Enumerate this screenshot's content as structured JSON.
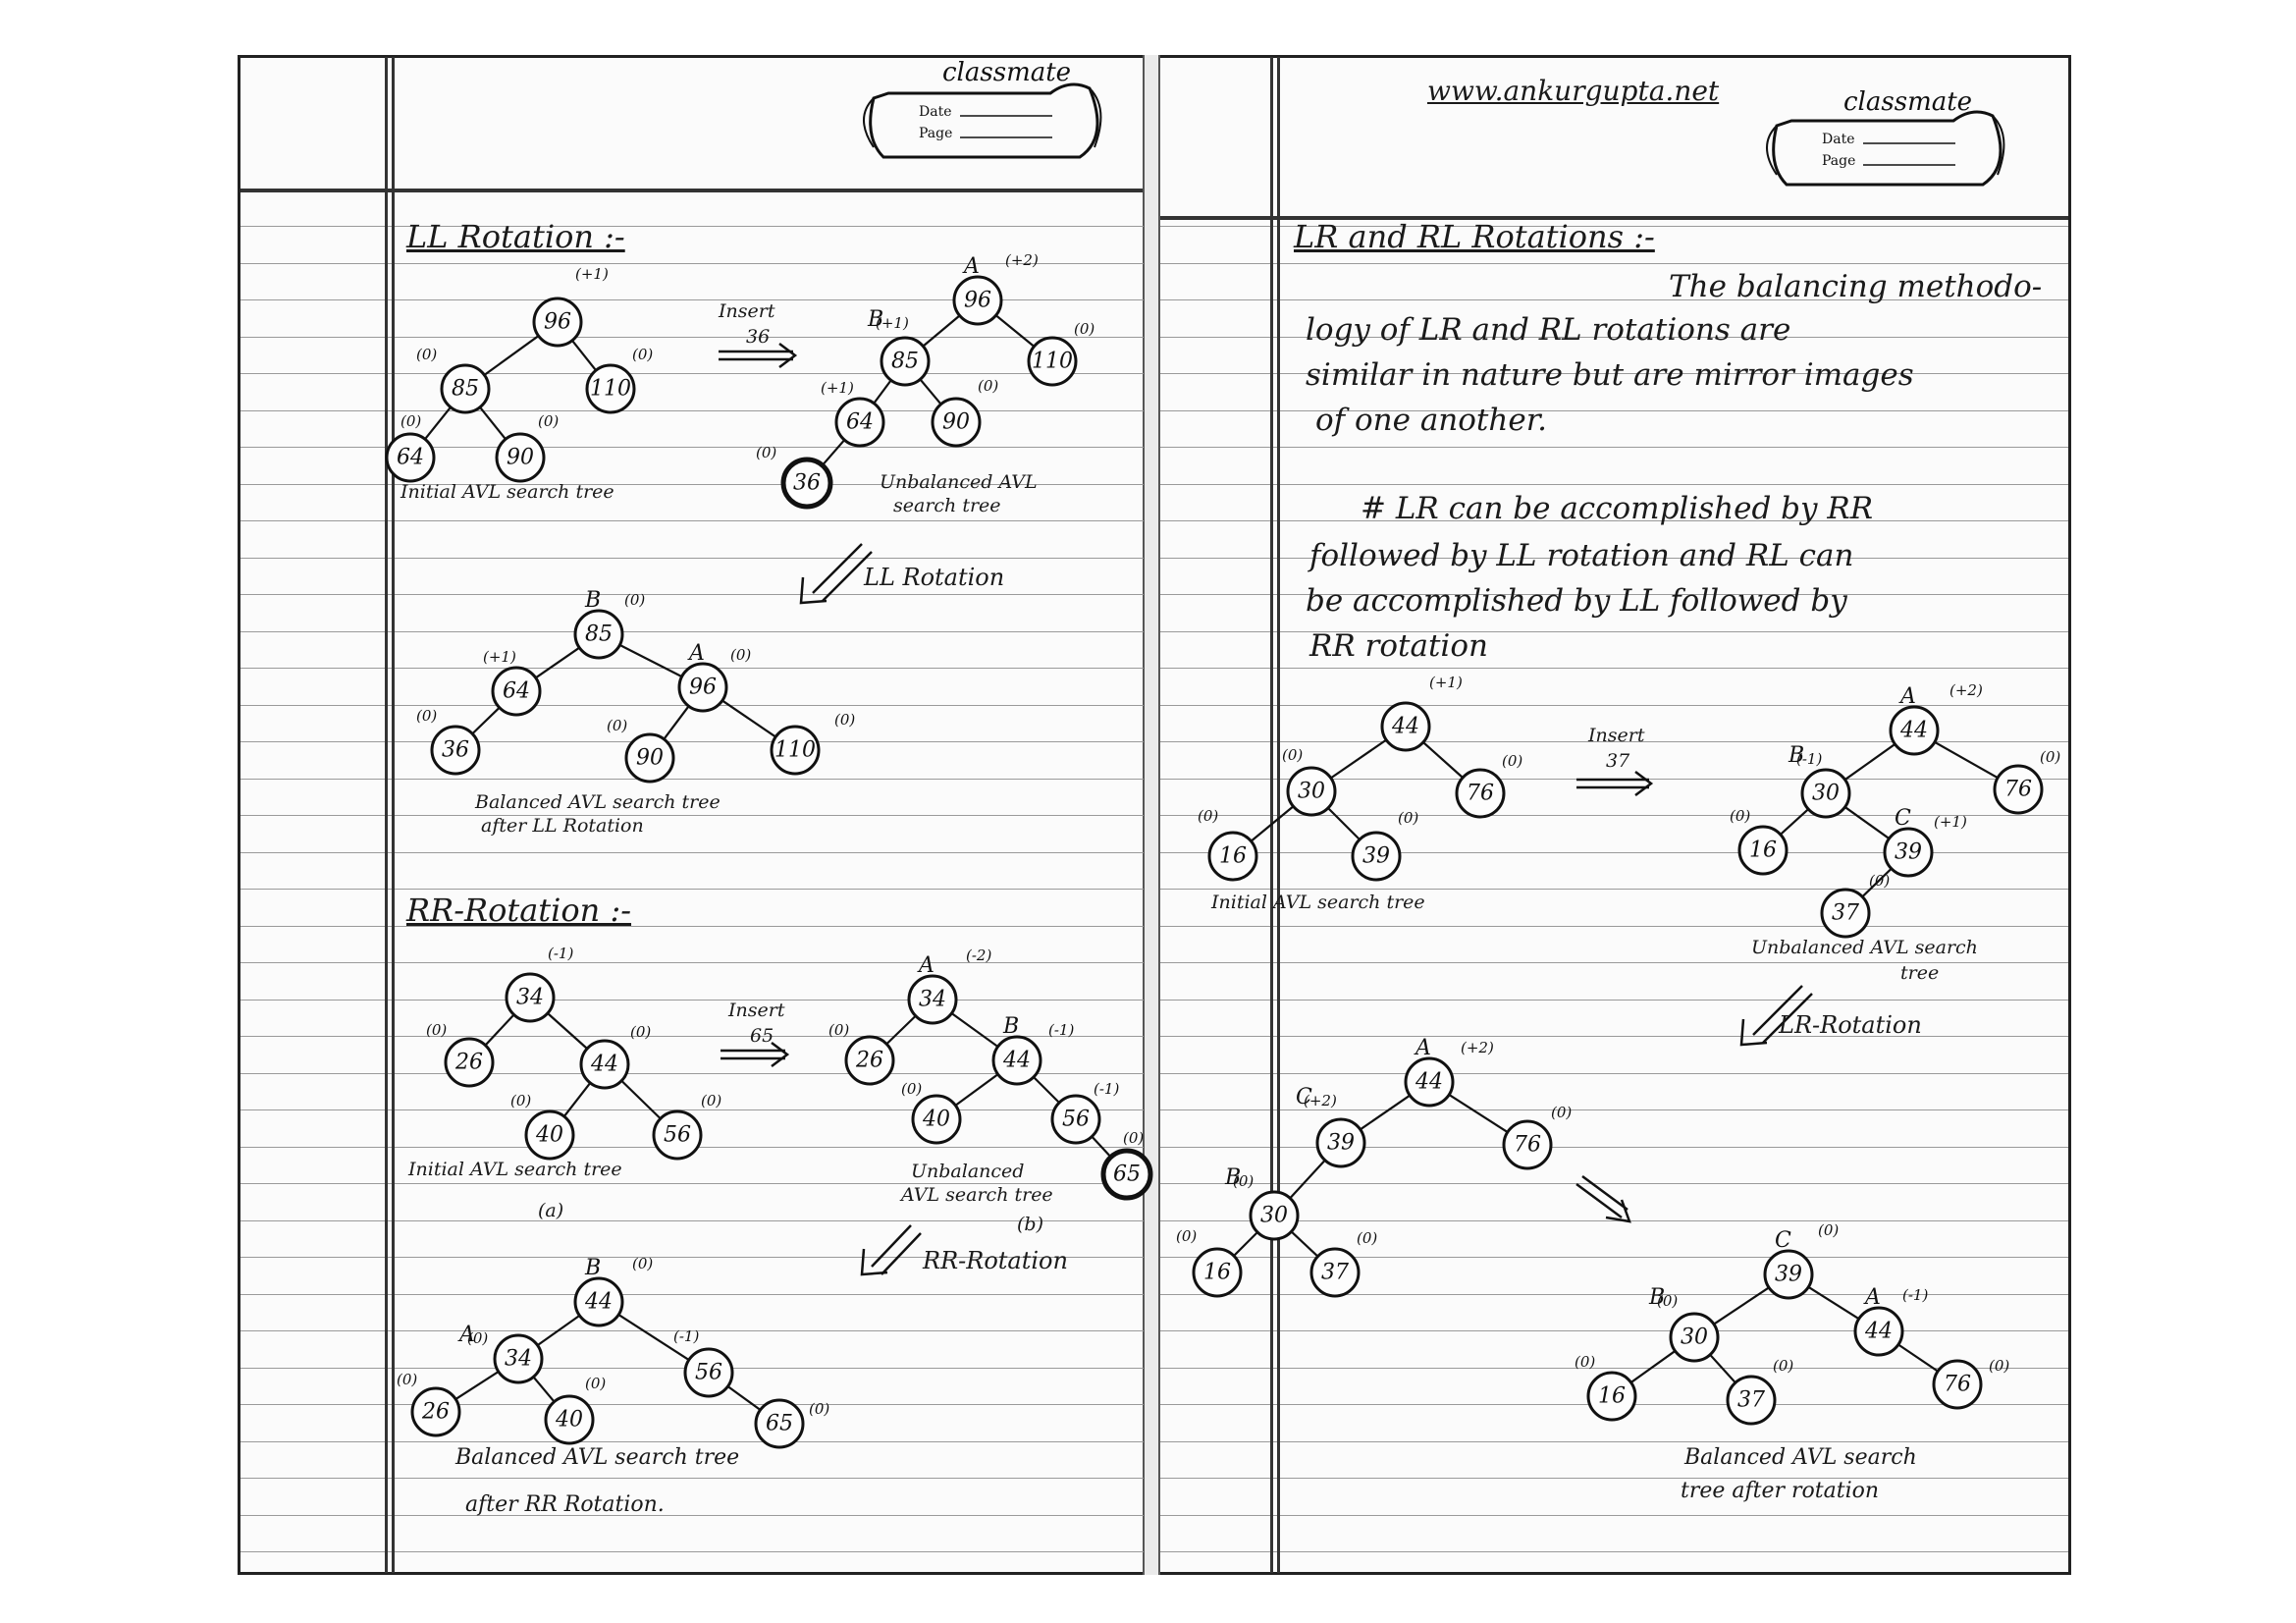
{
  "left_page": {
    "brand": "classmate",
    "date_label": "Date",
    "page_label": "Page",
    "ll": {
      "heading": "LL Rotation :-",
      "t1": {
        "nodes": [
          {
            "v": "96",
            "bf": "(+1)"
          },
          {
            "v": "85",
            "bf": "(0)"
          },
          {
            "v": "110",
            "bf": "(0)"
          },
          {
            "v": "64",
            "bf": "(0)"
          },
          {
            "v": "90",
            "bf": "(0)"
          }
        ],
        "caption": "Initial AVL search tree"
      },
      "insert_label": "Insert",
      "insert_value": "36",
      "t2": {
        "nodes": [
          {
            "v": "96",
            "bf": "(+2)",
            "tag": "A"
          },
          {
            "v": "85",
            "bf": "(+1)",
            "tag": "B"
          },
          {
            "v": "110",
            "bf": "(0)"
          },
          {
            "v": "64",
            "bf": "(+1)"
          },
          {
            "v": "90",
            "bf": "(0)"
          },
          {
            "v": "36",
            "bf": "(0)"
          }
        ],
        "caption_1": "Unbalanced AVL",
        "caption_2": "search tree"
      },
      "rotation_label": "LL Rotation",
      "t3": {
        "nodes": [
          {
            "v": "85",
            "bf": "(0)",
            "tag": "B"
          },
          {
            "v": "64",
            "bf": "(+1)"
          },
          {
            "v": "96",
            "bf": "(0)",
            "tag": "A"
          },
          {
            "v": "36",
            "bf": "(0)"
          },
          {
            "v": "90",
            "bf": "(0)"
          },
          {
            "v": "110",
            "bf": "(0)"
          }
        ],
        "caption_1": "Balanced AVL search tree",
        "caption_2": "after LL Rotation"
      }
    },
    "rr": {
      "heading": "RR-Rotation :-",
      "t1": {
        "nodes": [
          {
            "v": "34",
            "bf": "(-1)"
          },
          {
            "v": "26",
            "bf": "(0)"
          },
          {
            "v": "44",
            "bf": "(0)"
          },
          {
            "v": "40",
            "bf": "(0)"
          },
          {
            "v": "56",
            "bf": "(0)"
          }
        ],
        "caption": "Initial AVL search tree",
        "sub": "(a)"
      },
      "insert_label": "Insert",
      "insert_value": "65",
      "t2": {
        "nodes": [
          {
            "v": "34",
            "bf": "(-2)",
            "tag": "A"
          },
          {
            "v": "26",
            "bf": "(0)"
          },
          {
            "v": "44",
            "bf": "(-1)",
            "tag": "B"
          },
          {
            "v": "40",
            "bf": "(0)"
          },
          {
            "v": "56",
            "bf": "(-1)"
          },
          {
            "v": "65",
            "bf": "(0)"
          }
        ],
        "caption_1": "Unbalanced",
        "caption_2": "AVL search tree",
        "sub": "(b)"
      },
      "rotation_label": "RR-Rotation",
      "t3": {
        "nodes": [
          {
            "v": "44",
            "bf": "(0)",
            "tag": "B"
          },
          {
            "v": "34",
            "bf": "(0)",
            "tag": "A"
          },
          {
            "v": "56",
            "bf": "(-1)"
          },
          {
            "v": "26",
            "bf": "(0)"
          },
          {
            "v": "40",
            "bf": "(0)"
          },
          {
            "v": "65",
            "bf": "(0)"
          }
        ],
        "caption_1": "Balanced AVL search tree",
        "caption_2": "after RR Rotation."
      }
    }
  },
  "right_page": {
    "url": "www.ankurgupta.net",
    "brand": "classmate",
    "date_label": "Date",
    "page_label": "Page",
    "heading": "LR and RL Rotations :-",
    "para_lines": [
      "The balancing methodo-",
      "logy of LR and RL rotations are",
      "similar in nature but are mirror images",
      "of one another."
    ],
    "note_lines": [
      "# LR can be accomplished by RR",
      "followed by LL rotation and RL can",
      "be accomplished by LL followed by",
      "RR rotation"
    ],
    "t1": {
      "nodes": [
        {
          "v": "44",
          "bf": "(+1)"
        },
        {
          "v": "30",
          "bf": "(0)"
        },
        {
          "v": "76",
          "bf": "(0)"
        },
        {
          "v": "16",
          "bf": "(0)"
        },
        {
          "v": "39",
          "bf": "(0)"
        }
      ],
      "caption": "Initial AVL search tree"
    },
    "insert_label": "Insert",
    "insert_value": "37",
    "t2": {
      "nodes": [
        {
          "v": "44",
          "bf": "(+2)",
          "tag": "A"
        },
        {
          "v": "30",
          "bf": "(-1)",
          "tag": "B"
        },
        {
          "v": "76",
          "bf": "(0)"
        },
        {
          "v": "16",
          "bf": "(0)"
        },
        {
          "v": "39",
          "bf": "(+1)",
          "tag": "C"
        },
        {
          "v": "37",
          "bf": "(0)"
        }
      ],
      "caption_1": "Unbalanced AVL search",
      "caption_2": "tree"
    },
    "rotation_label": "LR-Rotation",
    "t3": {
      "nodes": [
        {
          "v": "44",
          "bf": "(+2)",
          "tag": "A"
        },
        {
          "v": "39",
          "bf": "(+2)",
          "tag": "C"
        },
        {
          "v": "76",
          "bf": "(0)"
        },
        {
          "v": "30",
          "bf": "(0)",
          "tag": "B"
        },
        {
          "v": "16",
          "bf": "(0)"
        },
        {
          "v": "37",
          "bf": "(0)"
        }
      ]
    },
    "t4": {
      "nodes": [
        {
          "v": "39",
          "bf": "(0)",
          "tag": "C"
        },
        {
          "v": "30",
          "bf": "(0)",
          "tag": "B"
        },
        {
          "v": "44",
          "bf": "(-1)",
          "tag": "A"
        },
        {
          "v": "16",
          "bf": "(0)"
        },
        {
          "v": "37",
          "bf": "(0)"
        },
        {
          "v": "76",
          "bf": "(0)"
        }
      ],
      "caption_1": "Balanced AVL search",
      "caption_2": "tree after rotation"
    }
  }
}
